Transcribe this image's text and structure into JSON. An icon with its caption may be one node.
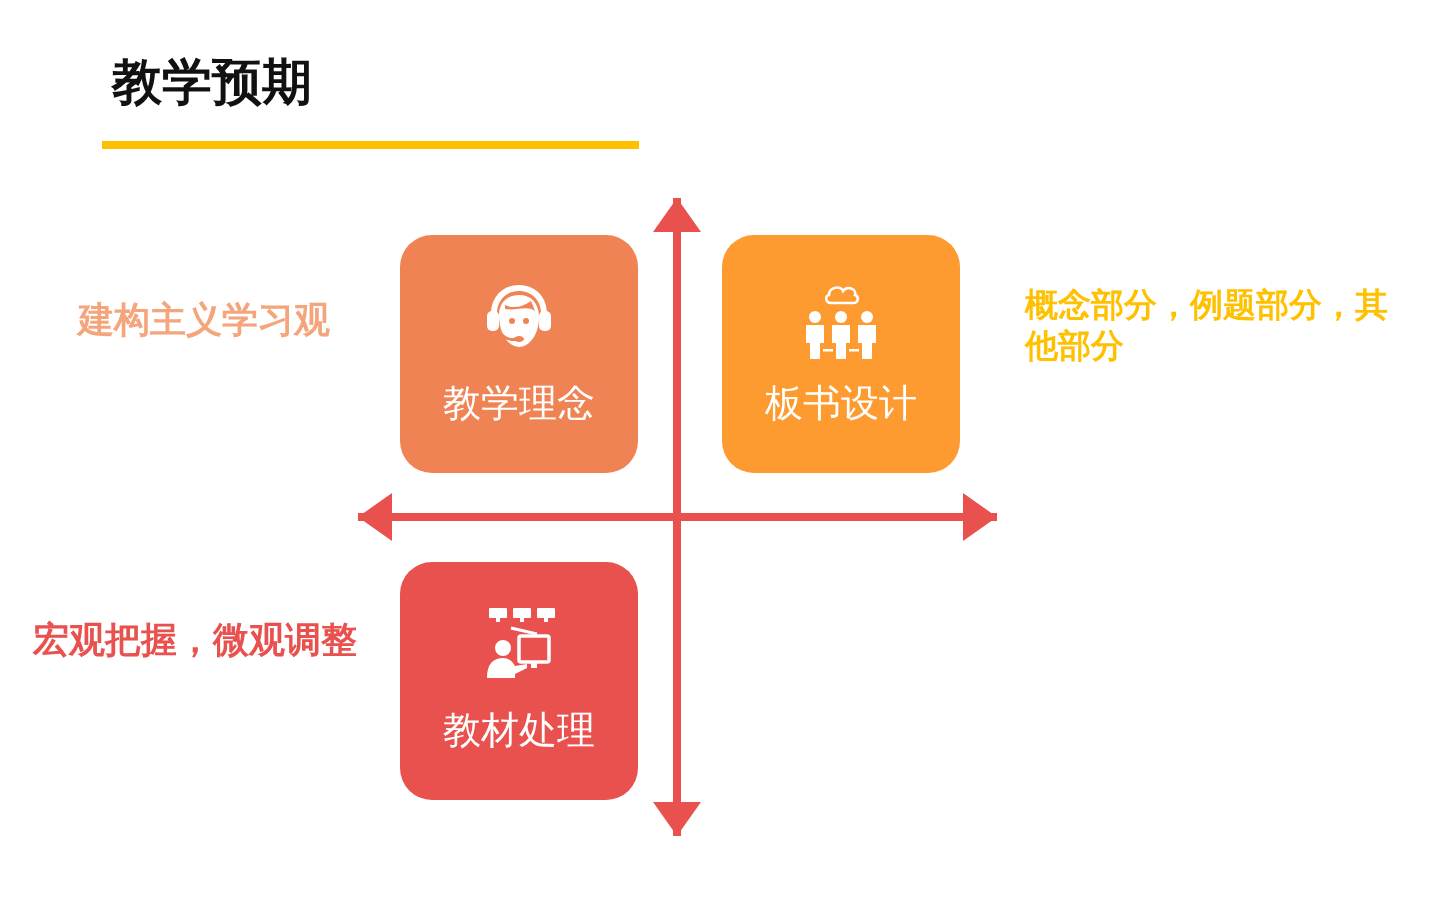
{
  "diagram": {
    "title": "教学预期",
    "nodes": [
      {
        "text": [
          "教学理念"
        ],
        "beside": [
          "建构主义学习观"
        ]
      },
      {
        "text": [
          "板书设计"
        ],
        "beside": [
          "概念部分，例题部分，其他部分"
        ]
      },
      {
        "text": [
          "教材处理"
        ],
        "beside": [
          "宏观把握，微观调整"
        ]
      }
    ]
  }
}
